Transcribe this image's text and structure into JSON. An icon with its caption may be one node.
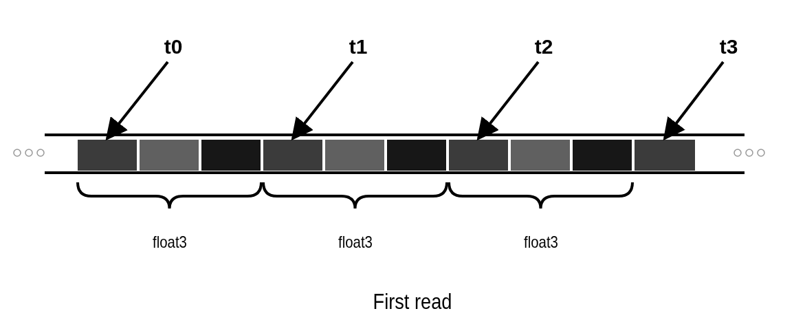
{
  "diagram": {
    "caption": "First read",
    "nodes": [
      {
        "text": [
          "t0"
        ]
      },
      {
        "text": [
          "t1"
        ]
      },
      {
        "text": [
          "t2"
        ]
      },
      {
        "text": [
          "t3"
        ]
      },
      {
        "text": [],
        "shape": "box"
      },
      {
        "text": [],
        "shape": "box"
      },
      {
        "text": [],
        "shape": "box"
      },
      {
        "text": [],
        "shape": "box"
      },
      {
        "text": [],
        "shape": "box"
      },
      {
        "text": [],
        "shape": "box"
      },
      {
        "text": [],
        "shape": "box"
      },
      {
        "text": [],
        "shape": "box"
      },
      {
        "text": [],
        "shape": "box"
      },
      {
        "text": [],
        "shape": "box"
      }
    ],
    "edges": [
      {
        "from": 0,
        "to": 4,
        "arrow": "to"
      },
      {
        "from": 1,
        "to": 7,
        "arrow": "to"
      },
      {
        "from": 2,
        "to": 10,
        "arrow": "to"
      },
      {
        "from": 3,
        "to": 13,
        "arrow": "to"
      }
    ],
    "labels": [
      "float3",
      "float3",
      "float3"
    ]
  }
}
